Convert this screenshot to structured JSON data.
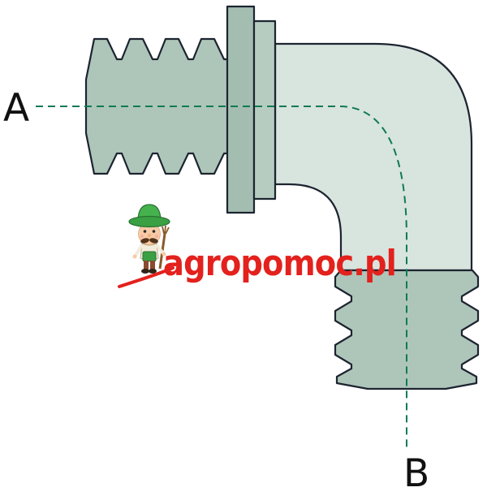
{
  "diagram": {
    "label_a": "A",
    "label_b": "B"
  },
  "watermark": {
    "text": "agropomoc.pl",
    "color": "#e3211d",
    "mascot_icon": "farmer-mascot-icon"
  },
  "colors": {
    "background": "#ffffff",
    "thread_fill": "#aec6ba",
    "nut_fill": "#a4bdb1",
    "nut_step_fill": "#b7ccc1",
    "body_fill": "#d8e4de",
    "outline": "#1d2430",
    "centerline": "#0f7a56",
    "label": "#111111"
  }
}
